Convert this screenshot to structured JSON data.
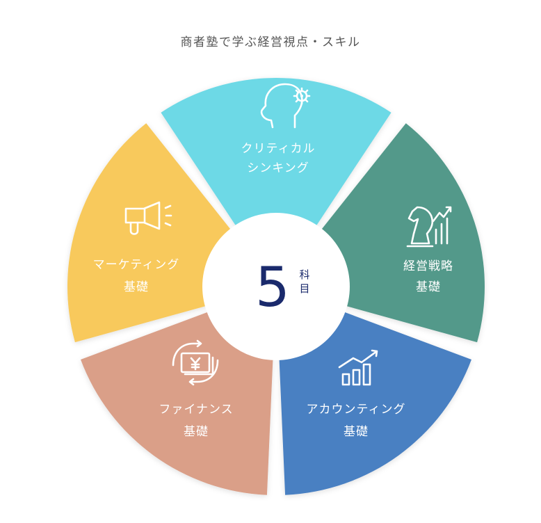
{
  "title": "商者塾で学ぶ経営視点・スキル",
  "center": {
    "number": "5",
    "unit": [
      "科",
      "目"
    ]
  },
  "segments": [
    {
      "id": "critical-thinking",
      "lines": [
        "クリティカル",
        "シンキング"
      ],
      "color": "#6dd9e6",
      "icon": "head-gear-icon"
    },
    {
      "id": "strategy",
      "lines": [
        "経営戦略",
        "基礎"
      ],
      "color": "#52998a",
      "icon": "chess-knight-chart-icon"
    },
    {
      "id": "accounting",
      "lines": [
        "アカウンティング",
        "基礎"
      ],
      "color": "#4a80c2",
      "icon": "rising-bar-chart-icon"
    },
    {
      "id": "finance",
      "lines": [
        "ファイナンス",
        "基礎"
      ],
      "color": "#da9f88",
      "icon": "yen-cycle-icon"
    },
    {
      "id": "marketing",
      "lines": [
        "マーケティング",
        "基礎"
      ],
      "color": "#f8c95b",
      "icon": "megaphone-icon"
    }
  ]
}
